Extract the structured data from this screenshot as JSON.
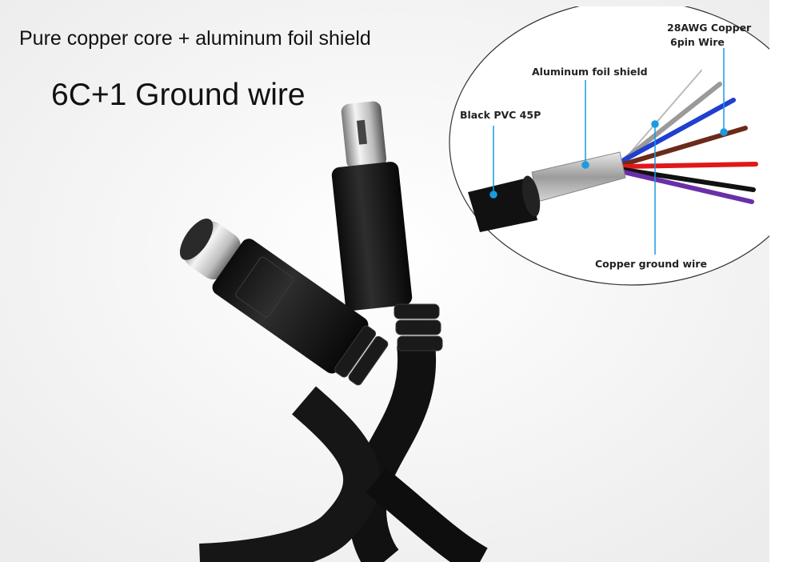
{
  "headline": {
    "line1": "Pure copper core + aluminum foil shield",
    "line2": "6C+1 Ground wire"
  },
  "inset_labels": {
    "copper_wire_line1": "28AWG Copper",
    "copper_wire_line2": "6pin Wire",
    "foil": "Aluminum foil shield",
    "jacket": "Black PVC 45P",
    "ground": "Copper ground wire"
  },
  "colors": {
    "callout": "#1a9be0",
    "wire_grey": "#9a9a9a",
    "wire_blue": "#1f3fd0",
    "wire_brown": "#6b2a1a",
    "wire_red": "#e01818",
    "wire_black": "#111111",
    "wire_purple": "#6a2fa8"
  }
}
